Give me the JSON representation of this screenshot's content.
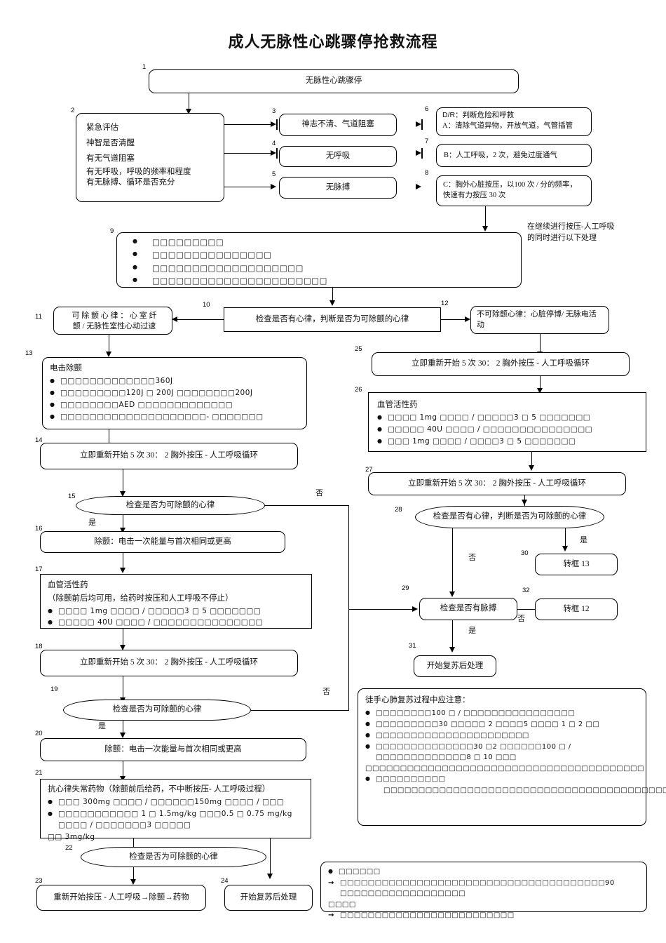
{
  "page": {
    "title": "成人无脉性心跳骤停抢救流程"
  },
  "annotations": {
    "side_note_1": "在继续进行按压-人工呼吸的同时进行以下处理",
    "yes": "是",
    "no": "否"
  },
  "nodes": {
    "n1": {
      "num": "1",
      "text": "无脉性心跳骤停"
    },
    "n2": {
      "num": "2",
      "lines": [
        "紧急评估",
        "神智是否清醒",
        "有无气道阻塞",
        "有无呼吸，呼吸的频率和程度",
        "有无脉搏、循环是否充分"
      ]
    },
    "n3": {
      "num": "3",
      "text": "神志不清、气道阻塞"
    },
    "n4": {
      "num": "4",
      "text": "无呼吸"
    },
    "n5": {
      "num": "5",
      "text": "无脉搏"
    },
    "n6": {
      "num": "6",
      "lines": [
        "D/R：判断危险和呼救",
        "A：清除气道异物，开放气道，气管插管"
      ]
    },
    "n7": {
      "num": "7",
      "text": "B：人工呼吸，2 次，避免过度通气"
    },
    "n8": {
      "num": "8",
      "lines": [
        "C：胸外心脏按压，以100 次 / 分的频率，",
        "快速有力按压 30 次"
      ]
    },
    "n9": {
      "num": "9",
      "bullets": [
        "□□□□□□□□□",
        "□□□□□□□□□□□□□□□",
        "□□□□□□□□□□□□□□□□□□□",
        "□□□□□□□□□□□□□□□□□□□□□□"
      ]
    },
    "n10": {
      "num": "10",
      "text": "检查是否有心律，判断是否为可除颤的心律"
    },
    "n11": {
      "num": "11",
      "lines": [
        "可 除 颤 心 律 ： 心 室 纤",
        "颤 / 无脉性室性心动过速"
      ]
    },
    "n12": {
      "num": "12",
      "lines": [
        "不可除颤心律：心脏停博/ 无脉电活",
        "动"
      ]
    },
    "n13": {
      "num": "13",
      "head": "电击除颤",
      "bullets": [
        "□□□□□□□□□□□□□360J",
        "□□□□□□□□□120J □ 200J □□□□□□□□200J",
        "□□□□□□□□AED □□□□□□□□□□□□□",
        "□□□□□□□□□□□□□□□□□□□□- □□□□□□□"
      ]
    },
    "n14": {
      "num": "14",
      "text": "立即重新开始 5 次 30： 2 胸外按压 - 人工呼吸循环"
    },
    "n15": {
      "num": "15",
      "text": "检查是否为可除颤的心律"
    },
    "n16": {
      "num": "16",
      "text": "除颤：电击一次能量与首次相同或更高"
    },
    "n17": {
      "num": "17",
      "head": "血管活性药",
      "sub": "（除颤前后均可用，给药时按压和人工呼吸不停止）",
      "bullets": [
        "□□□□ 1mg □□□□ / □□□□□3 □ 5 □□□□□□□",
        "□□□□□ 40U □□□□ / □□□□□□□□□□□□□□□"
      ]
    },
    "n18": {
      "num": "18",
      "text": "立即重新开始 5 次 30： 2 胸外按压 - 人工呼吸循环"
    },
    "n19": {
      "num": "19",
      "text": "检查是否为可除颤的心律"
    },
    "n20": {
      "num": "20",
      "text": "除颤：电击一次能量与首次相同或更高"
    },
    "n21": {
      "num": "21",
      "head": "抗心律失常药物（除颤前后给药，不中断按压- 人工呼吸过程）",
      "bullets": [
        "□□□ 300mg □□□□ / □□□□□□150mg □□□□ / □□□",
        "□□□□□□□□□□□ 1 □ 1.5mg/kg □□□0.5 □ 0.75 mg/kg □□□□ / □□□□□□□3 □□□□□"
      ],
      "cont": "□□ 3mg/kg"
    },
    "n22": {
      "num": "22",
      "text": "检查是否为可除颤的心律"
    },
    "n23": {
      "num": "23",
      "text": "重新开始按压 - 人工呼吸→除颤→药物"
    },
    "n24": {
      "num": "24",
      "text": "开始复苏后处理"
    },
    "n25": {
      "num": "25",
      "text": "立即重新开始 5 次 30： 2 胸外按压 - 人工呼吸循环"
    },
    "n26": {
      "num": "26",
      "head": "血管活性药",
      "bullets": [
        "□□□□ 1mg □□□□ / □□□□□3 □ 5 □□□□□□□",
        "□□□□□ 40U □□□□ / □□□□□□□□□□□□□□□",
        "□□□ 1mg □□□□ / □□□□3 □ 5 □□□□□□□"
      ]
    },
    "n27": {
      "num": "27",
      "text": "立即重新开始 5 次 30： 2 胸外按压 - 人工呼吸循环"
    },
    "n28": {
      "num": "28",
      "text": "检查是否有心律，判断是否为可除颤的心律"
    },
    "n29": {
      "num": "29",
      "text": "检查是否有脉搏"
    },
    "n30": {
      "num": "30",
      "text": "转框 13"
    },
    "n31": {
      "num": "31",
      "text": "开始复苏后处理"
    },
    "n32": {
      "num": "32",
      "text": "转框 12"
    }
  },
  "notes": {
    "head": "徒手心肺复苏过程中应注意：",
    "bullets": [
      "□□□□□□□□100 □ / □□□□□□□□□□□□□□□□",
      "□□□□□□□□□30 □□□□□ 2 □□□□5 □□□□ 1 □ 2 □□",
      "□□□□□□□□□□□□□□□□□□□□□□",
      "□□□□□□□□□□□□□□30 □2 □□□□□□100 □ / □□□□□□□□□□□□□8 □ 10 □□□",
      "□□□□□□□□□□"
    ],
    "cont_line": "□□□□□□□□□□□□□□□□□□□□□□□□□□□□□□□□□□□□□□□□",
    "last_indent": "□□□□□□□□□□□□□□□□□□□□□□□□□□□□□□□□□□□□□□□□□□□□□□□□□□"
  },
  "footnote": {
    "bullet": "□□□□□□",
    "arrows": [
      "□□□□□□□□□□□□□□□□□□□□□□□□□□□□□□□□□□□□□□90 □□□□□□□□□□□□□□□□□□",
      "□□□□□□□□□□□□□□□□□□□□□□□□□"
    ],
    "arrow1_cont": "□□□□"
  }
}
